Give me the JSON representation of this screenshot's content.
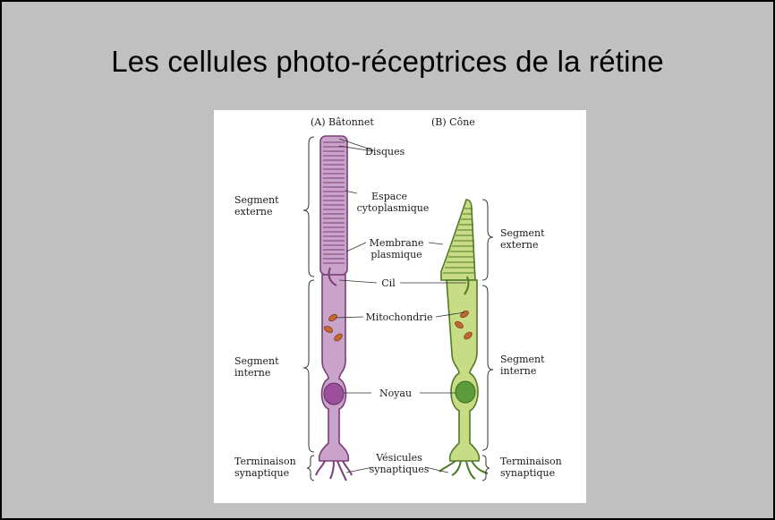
{
  "slide": {
    "title": "Les cellules photo-réceptrices de la rétine"
  },
  "figure": {
    "rod_header": "(A)  Bâtonnet",
    "cone_header": "(B)  Cône",
    "labels": {
      "disques": "Disques",
      "espace_1": "Espace",
      "espace_2": "cytoplasmique",
      "membrane_1": "Membrane",
      "membrane_2": "plasmique",
      "cil": "Cil",
      "mitochondrie": "Mitochondrie",
      "noyau": "Noyau",
      "vesicules_1": "Vésicules",
      "vesicules_2": "synaptiques"
    },
    "left_brackets": {
      "segment_externe_1": "Segment",
      "segment_externe_2": "externe",
      "segment_interne_1": "Segment",
      "segment_interne_2": "interne",
      "terminaison_1": "Terminaison",
      "terminaison_2": "synaptique"
    },
    "right_brackets": {
      "segment_externe_1": "Segment",
      "segment_externe_2": "externe",
      "segment_interne_1": "Segment",
      "segment_interne_2": "interne",
      "terminaison_1": "Terminaison",
      "terminaison_2": "synaptique"
    },
    "colors": {
      "rod_fill": "#c9a3c9",
      "rod_stroke": "#7a3f7a",
      "rod_nucleus": "#9c4f9c",
      "cone_fill": "#c8dc86",
      "cone_stroke": "#4f7a26",
      "cone_nucleus": "#5c9b3a",
      "mitochondria": "#c4672f"
    }
  }
}
